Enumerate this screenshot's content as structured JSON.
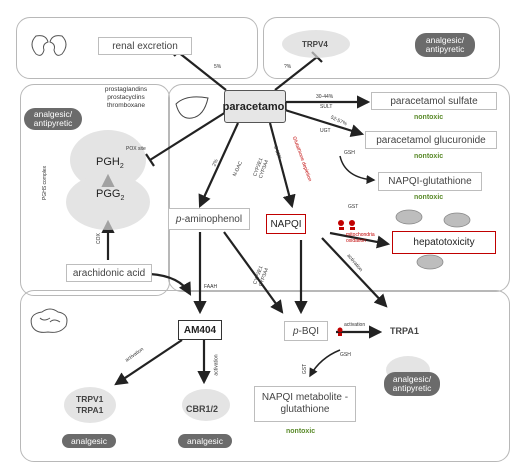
{
  "nodes": {
    "paracetamol": "paracetamol",
    "renal_excretion": "renal excretion",
    "trpv4": "TRPV4",
    "prostanoids": [
      "prostaglandins",
      "prostacyclins",
      "thromboxane"
    ],
    "pgh2": "PGH",
    "pgh2_sub": "2",
    "pgg2": "PGG",
    "pgg2_sub": "2",
    "arachidonic_acid": "arachidonic acid",
    "paracetamol_sulfate": "paracetamol sulfate",
    "paracetamol_glucuronide": "paracetamol glucuronide",
    "napqi_glutathione": "NAPQI-glutathione",
    "p_aminophenol_prefix": "p",
    "p_aminophenol_rest": "-aminophenol",
    "napqi": "NAPQI",
    "hepatotoxicity": "hepatotoxicity",
    "am404": "AM404",
    "pbqi_prefix": "p",
    "pbqi_rest": "-BQI",
    "trpa1": "TRPA1",
    "trpv1": "TRPV1",
    "trpa1_b": "TRPA1",
    "cbr12": "CBR1/2",
    "napqi_metabolite": "NAPQI metabolite -glutathione"
  },
  "pills": {
    "top_right": "analgesic/ antipyretic",
    "left": "analgesic/ antipyretic",
    "right_bottom": "analgesic/ antipyretic",
    "trp_analgesic": "analgesic",
    "cbr_analgesic": "analgesic"
  },
  "nontoxic": {
    "sulfate": "nontoxic",
    "glucuronide": "nontoxic",
    "glutathione": "nontoxic",
    "metabolite": "nontoxic"
  },
  "edge_labels": {
    "renal_pct": "5%",
    "trpv4_pct": "?%",
    "sult_pct": "30-44%",
    "sult": "SULT",
    "ugt_pct": "52-57%",
    "ugt": "UGT",
    "gsh1": "GSH",
    "gst1": "GST",
    "pox_site": "POX site",
    "cox": "COX",
    "pghs_complex": "PGHS complex",
    "pct_2": "2%",
    "n_dac": "N-DAC",
    "cyp": "CYP2E1 CYP3A4",
    "pct_5_15": "5-15%",
    "glutathione_depletion": "Glutathione depletion",
    "mito": "mitochondria oxidation",
    "activation_napqi": "activation",
    "faah": "FAAH",
    "cyp2": "CYP2E1 CYP3A4",
    "gsh2": "GSH",
    "gst2": "GST",
    "activation_trpa1": "activation",
    "activation_trpv1": "activation",
    "activation_cbr": "activation"
  },
  "icons": [
    "kidney-icon",
    "liver-icon",
    "brain-icon",
    "skull-crossbones-icon",
    "mitochondria-icon",
    "protein-structure-icon"
  ],
  "colors": {
    "pill": "#6b6b6b",
    "nontoxic": "#5a8a2a",
    "toxic": "#c00000",
    "border": "#b8b8b8"
  }
}
